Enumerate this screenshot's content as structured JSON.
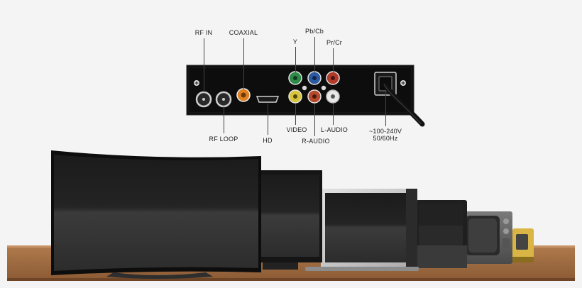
{
  "box_panel": {
    "labels": {
      "rf_in": "RF IN",
      "coaxial": "COAXIAL",
      "pb_cb": "Pb/Cb",
      "y": "Y",
      "pr_cr": "Pr/Cr",
      "rf_loop": "RF LOOP",
      "hd": "HD",
      "video": "VIDEO",
      "l_audio": "L-AUDIO",
      "r_audio": "R-AUDIO",
      "power_line1": "~100-240V",
      "power_line2": "50/60Hz"
    }
  },
  "colors": {
    "panel": "#0d0d0d",
    "component_green": "#2f8a4a",
    "component_blue": "#2c5aa0",
    "component_red": "#b23a2a",
    "video_yellow": "#d8c43a",
    "audio_red": "#b54a2e",
    "audio_white": "#e8e8e8",
    "coax_orange": "#e08020",
    "table_wood": "#9c6a41"
  },
  "scene": {
    "devices": [
      "curved-tv",
      "flat-monitor",
      "silver-laptop-monitor",
      "crt-monitor",
      "crt-tv",
      "retro-yellow-tv"
    ]
  }
}
